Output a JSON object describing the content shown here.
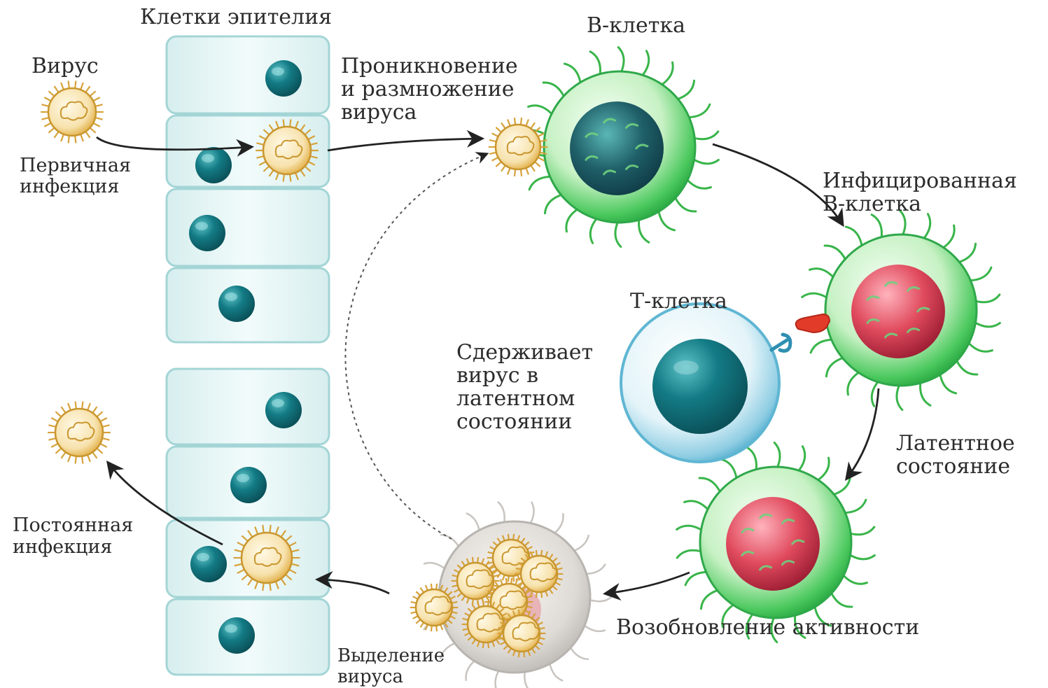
{
  "labels": {
    "epithelium": "Клетки эпителия",
    "virus": "Вирус",
    "primary_infection": "Первичная\nинфекция",
    "entry": "Проникновение\nи размножение\nвируса",
    "b_cell": "В-клетка",
    "infected_b_cell": "Инфицированная\nВ-клетка",
    "t_cell": "Т-клетка",
    "restrains": "Сдерживает\nвирус в\nлатентном\nсостоянии",
    "latent_state": "Латентное\nсостояние",
    "reactivation": "Возобновление активности",
    "shedding": "Выделение\nвируса",
    "persistent_infection": "Постоянная\nинфекция"
  },
  "colors": {
    "epithelium_fill": "#e6f6f6",
    "epithelium_border": "#9fd2d3",
    "nucleus_teal": "#137b85",
    "b_cell_green": "#3fc25a",
    "infected_nucleus_red": "#d83a4e",
    "t_cell_blue": "#7cc4dc",
    "virus_gold": "#e6b34a",
    "arrow": "#222222"
  }
}
